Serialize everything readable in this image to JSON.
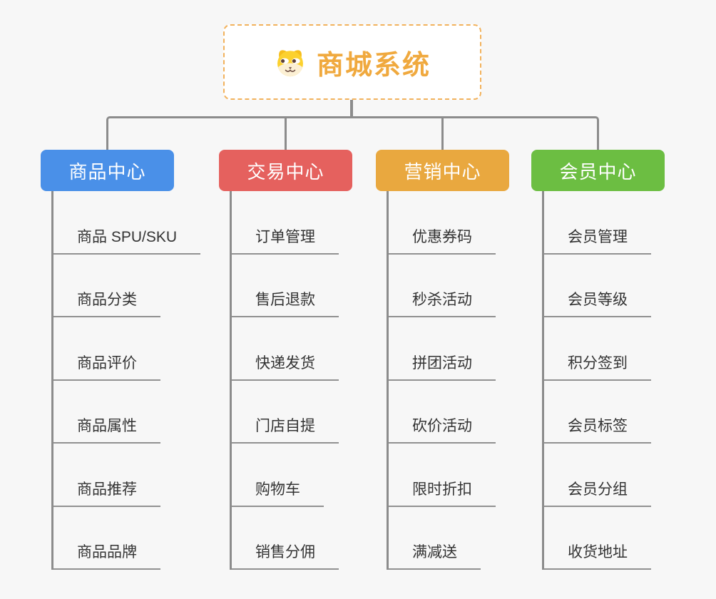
{
  "root": {
    "title": "商城系统",
    "icon": "dog-face-icon"
  },
  "colors": {
    "background": "#F7F7F7",
    "connector": "#8C8C8C",
    "underline": "#919191",
    "item_text": "#333333",
    "root_title": "#F0A93E",
    "root_border": "#F2B25C",
    "root_background": "#FFFFFF"
  },
  "branches": [
    {
      "label": "商品中心",
      "color": "#4A90E8",
      "items": [
        "商品 SPU/SKU",
        "商品分类",
        "商品评价",
        "商品属性",
        "商品推荐",
        "商品品牌"
      ]
    },
    {
      "label": "交易中心",
      "color": "#E5615E",
      "items": [
        "订单管理",
        "售后退款",
        "快递发货",
        "门店自提",
        "购物车",
        "销售分佣"
      ]
    },
    {
      "label": "营销中心",
      "color": "#E9A83F",
      "items": [
        "优惠券码",
        "秒杀活动",
        "拼团活动",
        "砍价活动",
        "限时折扣",
        "满减送"
      ]
    },
    {
      "label": "会员中心",
      "color": "#6CBE42",
      "items": [
        "会员管理",
        "会员等级",
        "积分签到",
        "会员标签",
        "会员分组",
        "收货地址"
      ]
    }
  ]
}
